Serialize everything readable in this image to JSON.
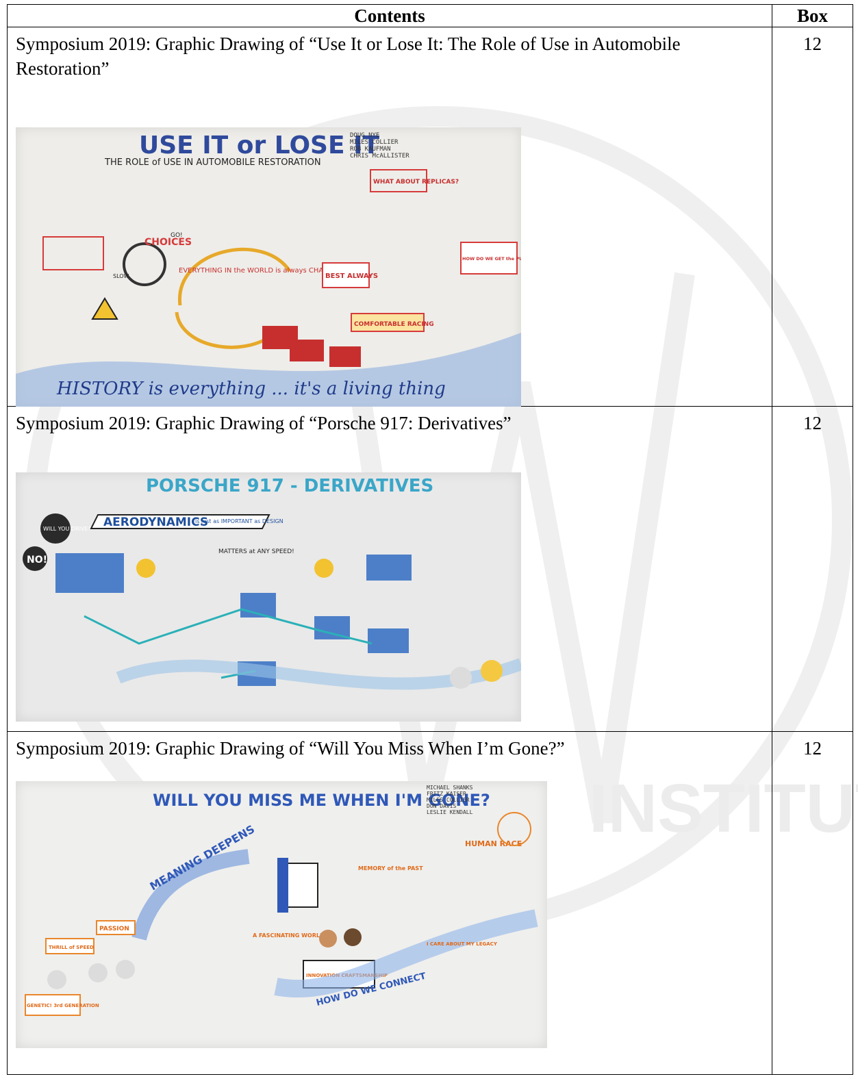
{
  "header": {
    "contents": "Contents",
    "box": "Box"
  },
  "rows": [
    {
      "title": "Symposium 2019: Graphic Drawing of “Use It or Lose It: The Role of Use in Automobile Restoration”",
      "box": "12",
      "drawing": {
        "heading": "USE IT or LOSE IT",
        "subheading": "THE ROLE of USE IN AUTOMOBILE RESTORATION",
        "names": [
          "DOUG NYE",
          "MILES COLLIER",
          "ROB KAUFMAN",
          "CHRIS McALLISTER"
        ],
        "callouts": [
          "WHAT ABOUT REPLICAS?",
          "EVERYTHING IN the WORLD is always CHANGING",
          "BEST ALWAYS",
          "COMFORTABLE RACING",
          "HOW DO WE GET the PUBLIC EXCITED?",
          "CHOICES",
          "GO!",
          "SLOW"
        ],
        "banner": "HISTORY is everything ... it's a living thing"
      }
    },
    {
      "title": "Symposium 2019: Graphic Drawing of “Porsche 917: Derivatives”",
      "box": "12",
      "drawing": {
        "heading": "PORSCHE 917 - DERIVATIVES",
        "callouts": [
          "AERODYNAMICS",
          "is just as IMPORTANT as DESIGN",
          "MATTERS at ANY SPEED!",
          "WILL YOU DRIVE?",
          "NO!"
        ]
      }
    },
    {
      "title": "Symposium 2019: Graphic Drawing of “Will You Miss When I’m Gone?”",
      "box": "12",
      "drawing": {
        "heading": "WILL YOU MISS ME WHEN I'M GONE?",
        "names": [
          "MICHAEL SHANKS",
          "FRITZ KAISER",
          "MILES COLLIER",
          "DON DAVIS",
          "LESLIE KENDALL"
        ],
        "callouts": [
          "MEANING DEEPENS",
          "THRILL of SPEED",
          "PASSION",
          "MEMORY of the PAST",
          "A FASCINATING WORLD",
          "INNOVATION CRAFTSMANSHIP",
          "HOW DO WE CONNECT",
          "GENETIC! 3rd GENERATION",
          "HUMAN RACE",
          "I CARE ABOUT MY LEGACY"
        ]
      }
    }
  ],
  "watermark": {
    "text": "INSTITUTE"
  }
}
